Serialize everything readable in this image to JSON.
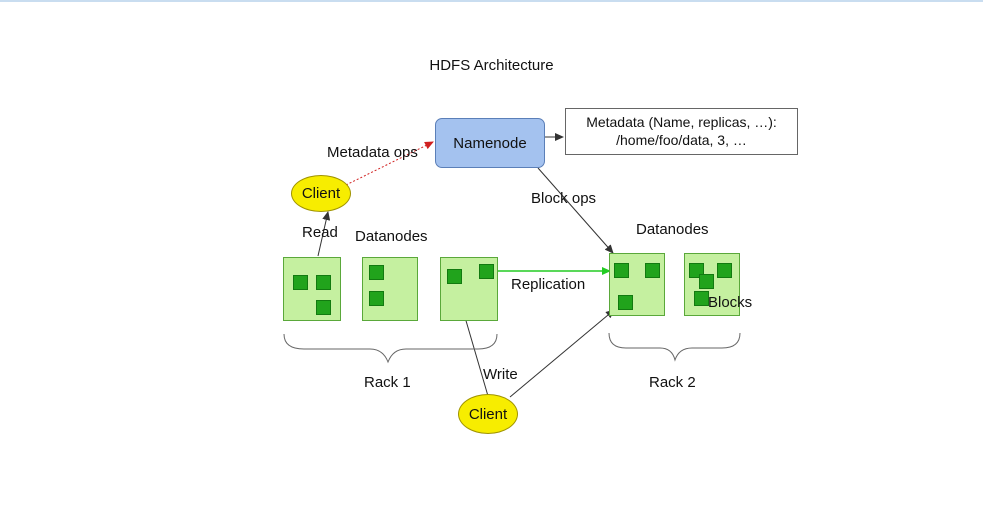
{
  "title": "HDFS Architecture",
  "namenode": {
    "label": "Namenode"
  },
  "metadata_box": {
    "line1": "Metadata (Name, replicas, …):",
    "line2": "/home/foo/data, 3, …"
  },
  "labels": {
    "metadata_ops": "Metadata ops",
    "block_ops": "Block ops",
    "read": "Read",
    "write": "Write",
    "replication": "Replication",
    "blocks": "Blocks",
    "datanodes_left": "Datanodes",
    "datanodes_right": "Datanodes",
    "rack1": "Rack 1",
    "rack2": "Rack 2"
  },
  "clients": {
    "top": "Client",
    "bottom": "Client"
  },
  "colors": {
    "namenode_fill": "#a4c2ef",
    "datanode_fill": "#c5f0a0",
    "block_fill": "#21a31c",
    "client_fill": "#f7ed00",
    "replication_arrow": "#33dd33",
    "metadata_arrow": "#e03030"
  }
}
